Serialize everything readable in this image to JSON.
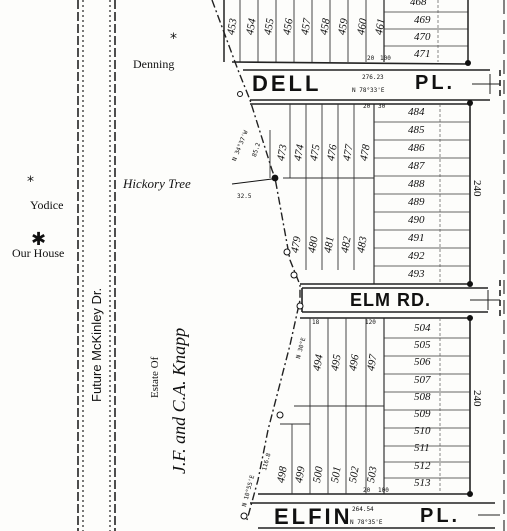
{
  "labels": {
    "denning": "Denning",
    "yodice": "Yodice",
    "our_house": "Our House",
    "hickory_tree": "Hickory Tree",
    "future_road": "Future McKinley Dr.",
    "estate_line1": "Estate Of",
    "estate_line2": "J.F. and C.A. Knapp"
  },
  "roads": {
    "dell": "DELL",
    "dell_suffix": "PL.",
    "elm": "ELM RD.",
    "elfin": "ELFIN",
    "elfin_suffix": "PL."
  },
  "dimensions": {
    "dell_length": "276.23",
    "dell_bearing": "N 78°33'E",
    "elfin_length": "264.54",
    "elfin_bearing": "N 78°35'E",
    "side_240_upper": "240",
    "side_240_lower": "240",
    "hickory_dist": "32.5",
    "hickory_bearing": "N 34°37'W",
    "mid_bearing": "N 30°E",
    "lower_bearing": "N 10°55'E",
    "lower_dist": "116.8",
    "upper_dist": "85.2"
  },
  "lots": {
    "top_row": [
      "453",
      "454",
      "455",
      "456",
      "457",
      "458",
      "459",
      "460",
      "461"
    ],
    "top_right": [
      "469",
      "470",
      "471"
    ],
    "top_right_partial": "468",
    "mid_row": [
      "473",
      "474",
      "475",
      "476",
      "477",
      "478"
    ],
    "mid_row_lower": [
      "479",
      "480",
      "481",
      "482",
      "483"
    ],
    "mid_right": [
      "484",
      "485",
      "486",
      "487",
      "488",
      "489",
      "490",
      "491",
      "492",
      "493"
    ],
    "low_row": [
      "494",
      "495",
      "496",
      "497"
    ],
    "low_row_lower": [
      "498",
      "499",
      "500",
      "501",
      "502",
      "503"
    ],
    "low_right": [
      "504",
      "505",
      "506",
      "507",
      "508",
      "509",
      "510",
      "511",
      "512",
      "513"
    ]
  },
  "small_marks": {
    "twenty": "20",
    "hundred": "100",
    "thirty": "30",
    "eighteen": "18",
    "one_twenty": "120"
  }
}
